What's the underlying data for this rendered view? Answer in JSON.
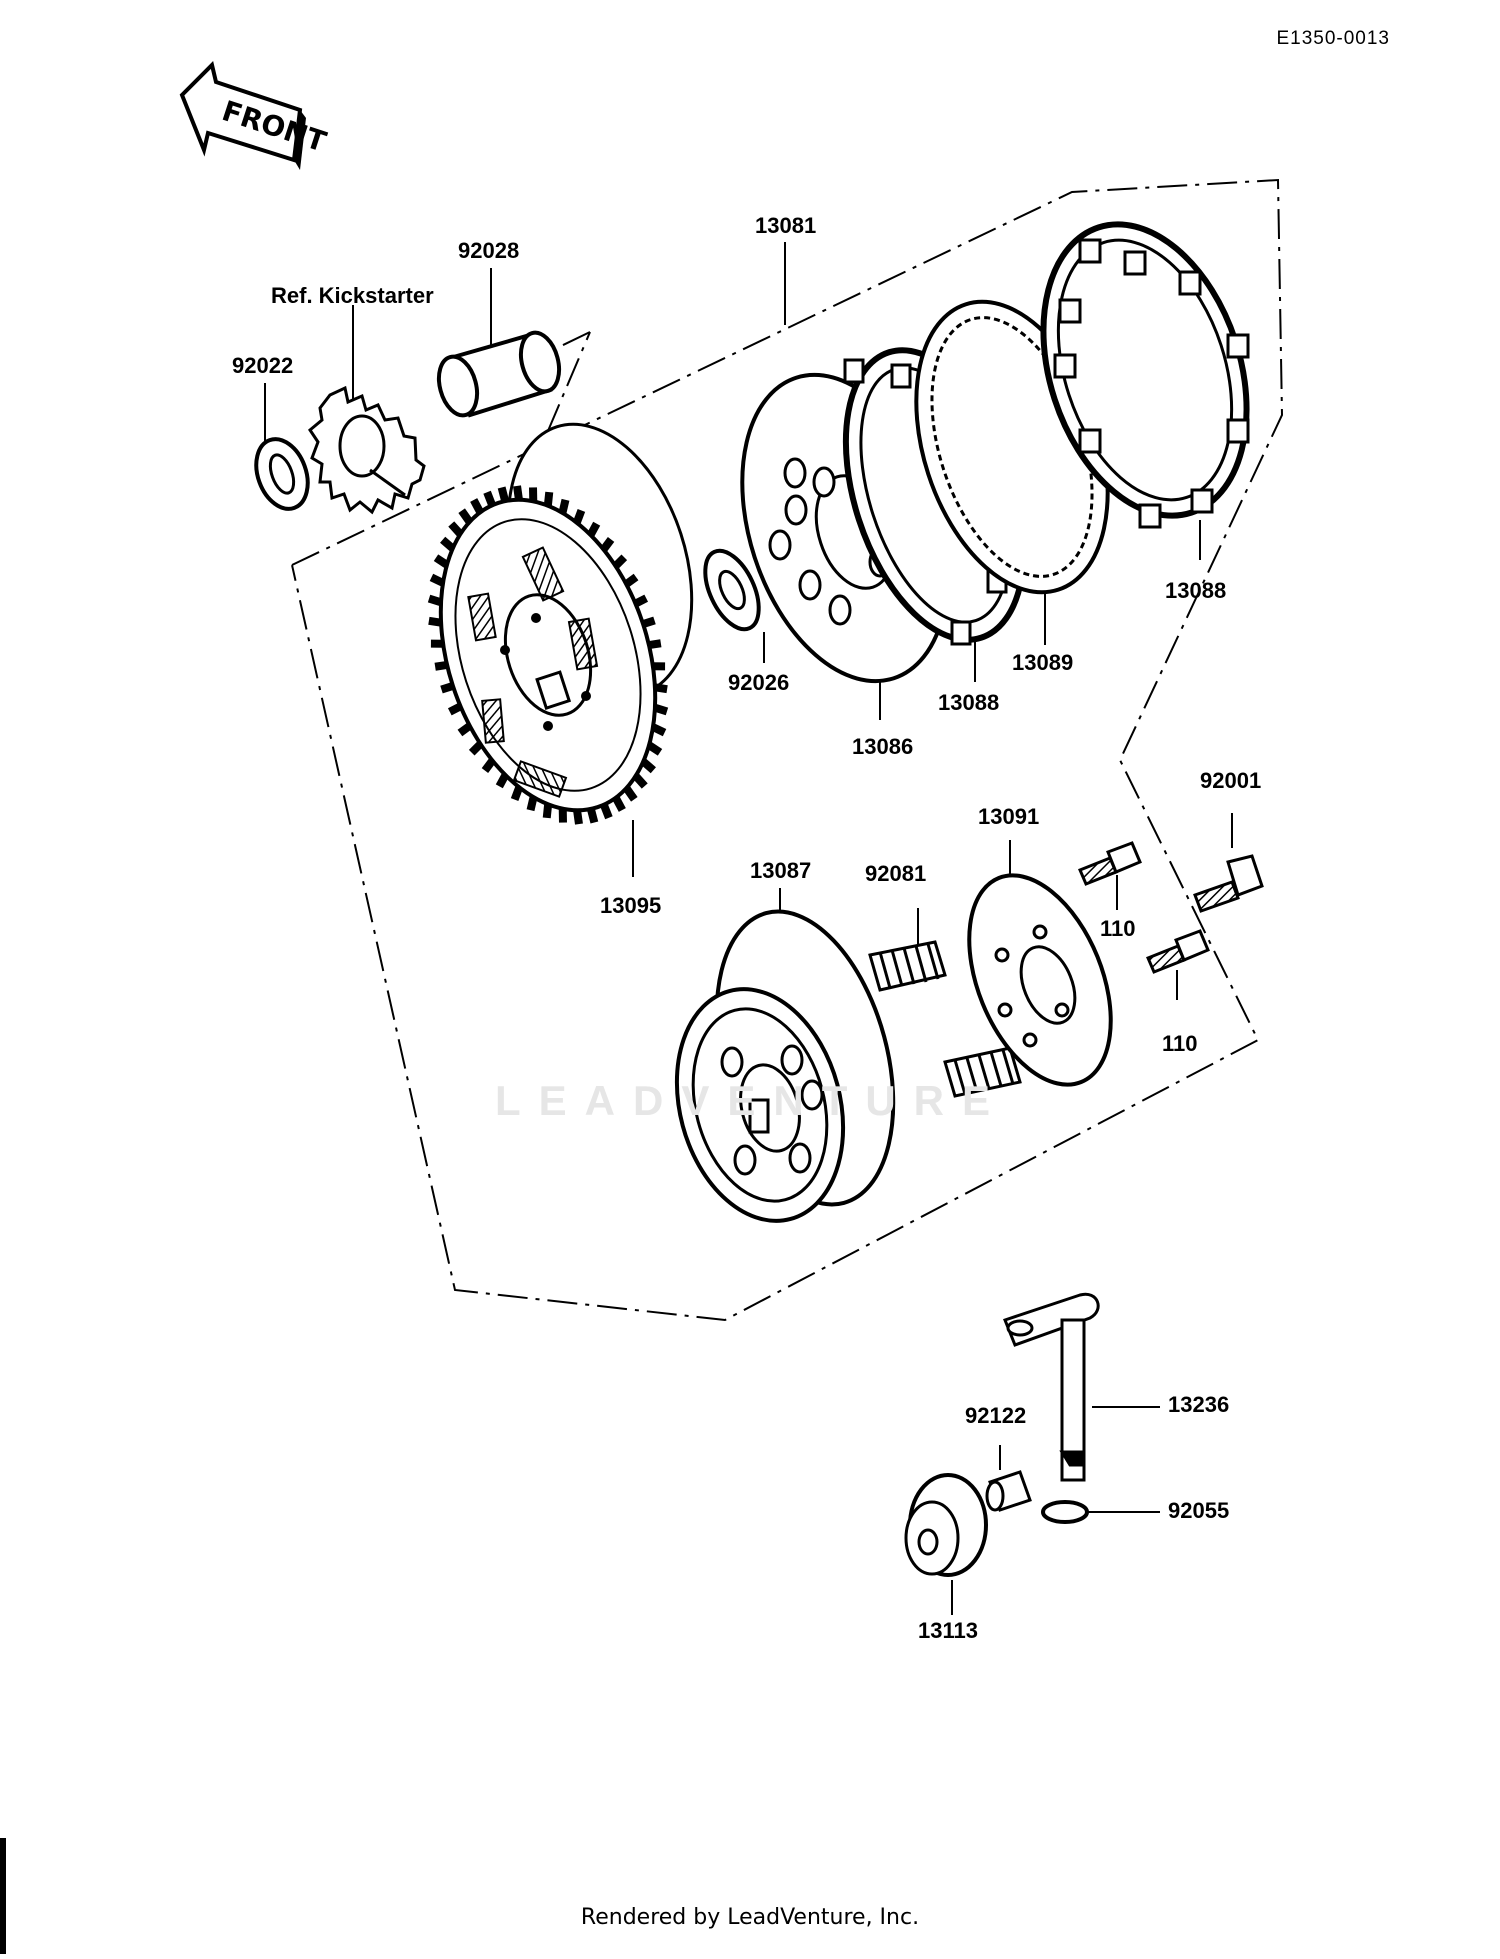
{
  "diagram_code": "E1350-0013",
  "front_label": "FRONT",
  "reference_note": "Ref.  Kickstarter",
  "footer": "Rendered by LeadVenture, Inc.",
  "watermark": "LEADVENTURE",
  "parts": {
    "p92022": "92022",
    "p92028": "92028",
    "p13081": "13081",
    "p92026": "92026",
    "p13086": "13086",
    "p13088a": "13088",
    "p13089": "13089",
    "p13088b": "13088",
    "p13095": "13095",
    "p13087": "13087",
    "p92081": "92081",
    "p13091": "13091",
    "p110a": "110",
    "p110b": "110",
    "p92001": "92001",
    "p13236": "13236",
    "p92122": "92122",
    "p92055": "92055",
    "p13113": "13113"
  }
}
